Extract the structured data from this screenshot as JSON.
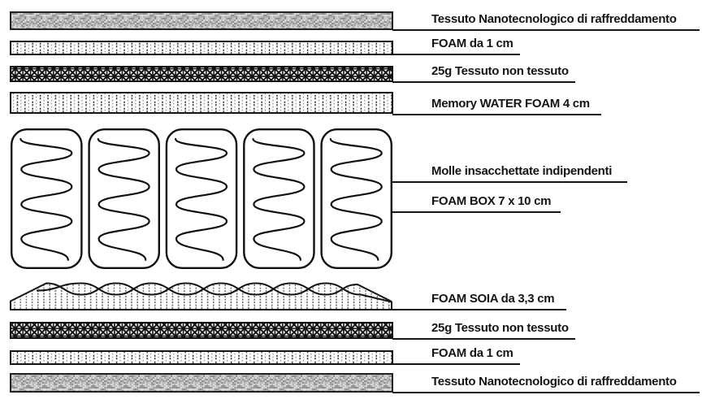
{
  "diagram": {
    "kind": "mattress-layer-cross-section",
    "language": "it"
  },
  "layers": [
    {
      "name": "tessuto-nanotecnologico-top",
      "label": "Tessuto Nanotecnologico di raffreddamento",
      "texture": "speckled-fabric"
    },
    {
      "name": "foam-1cm-top",
      "label": "FOAM da 1 cm",
      "texture": "vertical-dashes"
    },
    {
      "name": "tessuto-non-tessuto-top",
      "label": "25g Tessuto non tessuto",
      "texture": "crosshatch-x"
    },
    {
      "name": "memory-water-foam",
      "label": "Memory WATER FOAM 4 cm",
      "texture": "vertical-dashes"
    },
    {
      "name": "molle-insacchettate",
      "label": "Molle insacchettate indipendenti",
      "texture": "pocket-springs",
      "pockets": 5
    },
    {
      "name": "foam-box",
      "label": "FOAM BOX 7 x 10 cm",
      "texture": "pocket-springs"
    },
    {
      "name": "foam-soia",
      "label": "FOAM SOIA da 3,3 cm",
      "texture": "wavy-profiled-foam"
    },
    {
      "name": "tessuto-non-tessuto-bottom",
      "label": "25g Tessuto non tessuto",
      "texture": "crosshatch-x"
    },
    {
      "name": "foam-1cm-bottom",
      "label": "FOAM da 1 cm",
      "texture": "vertical-dashes"
    },
    {
      "name": "tessuto-nanotecnologico-bottom",
      "label": "Tessuto Nanotecnologico di raffreddamento",
      "texture": "speckled-fabric"
    }
  ],
  "colors": {
    "ink": "#151515",
    "fabric_gray": "#c2c2c2",
    "background": "#ffffff"
  }
}
